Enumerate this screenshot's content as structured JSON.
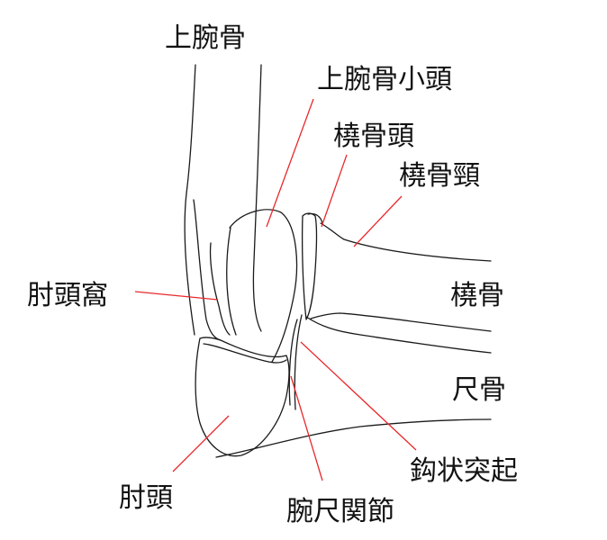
{
  "labels": {
    "humerus": "上腕骨",
    "capitulum": "上腕骨小頭",
    "radial_head": "橈骨頭",
    "radial_neck": "橈骨頸",
    "olecranon_fossa": "肘頭窩",
    "radius": "橈骨",
    "ulna": "尺骨",
    "olecranon": "肘頭",
    "coronoid_process": "鈎状突起",
    "humeroulnar_joint": "腕尺関節"
  },
  "colors": {
    "outline": "#1a1a1a",
    "leader": "#e8292c",
    "text": "#111111",
    "background": "#ffffff"
  }
}
